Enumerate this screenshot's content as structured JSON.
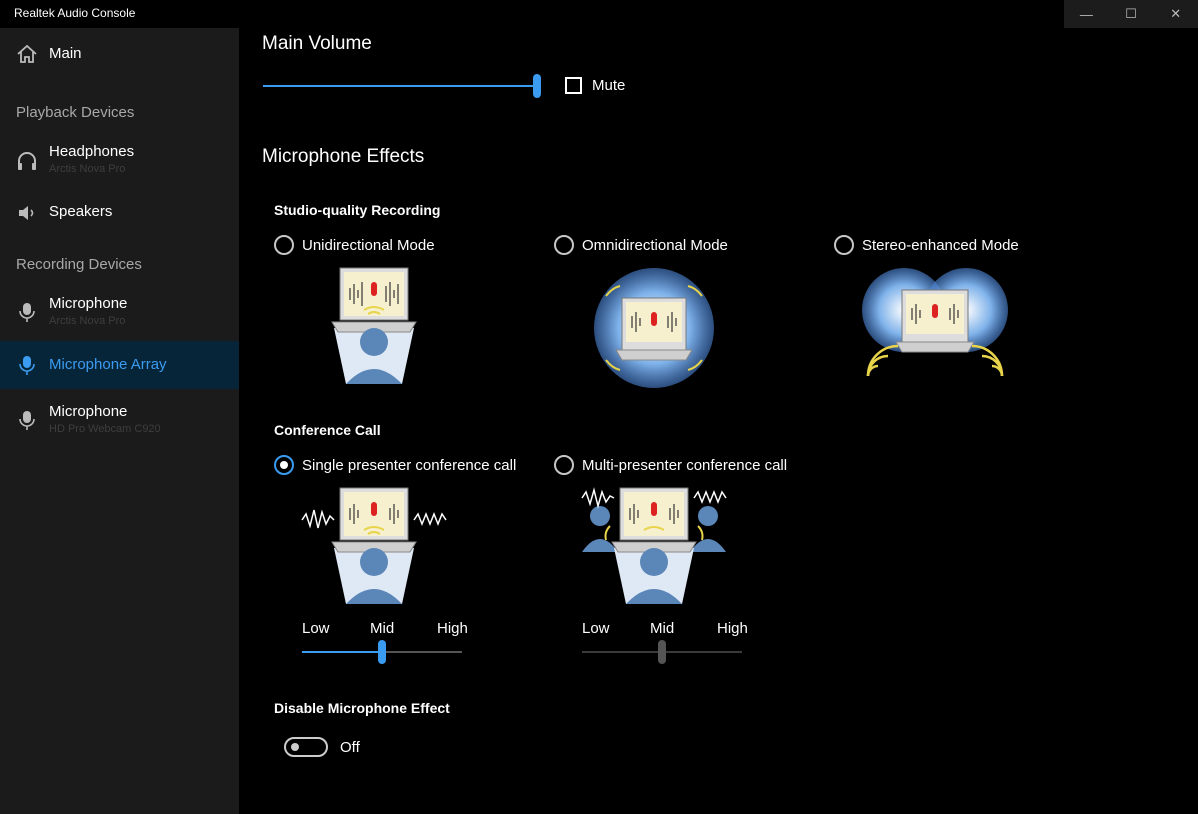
{
  "window": {
    "title": "Realtek Audio Console",
    "controls": {
      "minimize": "—",
      "maximize": "☐",
      "close": "✕"
    }
  },
  "sidebar": {
    "main_label": "Main",
    "playback_header": "Playback Devices",
    "recording_header": "Recording Devices",
    "items": [
      {
        "label": "Headphones",
        "sub": "Arctis Nova Pro",
        "icon": "headphones-icon"
      },
      {
        "label": "Speakers",
        "sub": "",
        "icon": "speaker-icon"
      },
      {
        "label": "Microphone",
        "sub": "Arctis Nova Pro",
        "icon": "microphone-icon"
      },
      {
        "label": "Microphone Array",
        "sub": "",
        "icon": "microphone-icon",
        "selected": true
      },
      {
        "label": "Microphone",
        "sub": "HD Pro Webcam C920",
        "icon": "microphone-icon"
      }
    ]
  },
  "main": {
    "volume_title": "Main Volume",
    "volume_level": 1.0,
    "mute_label": "Mute",
    "mute_checked": false,
    "effects_title": "Microphone Effects",
    "studio": {
      "title": "Studio-quality Recording",
      "options": [
        "Unidirectional Mode",
        "Omnidirectional Mode",
        "Stereo-enhanced Mode"
      ]
    },
    "conference": {
      "title": "Conference Call",
      "options": [
        "Single presenter conference call",
        "Multi-presenter conference call"
      ],
      "selected": 0,
      "levels": [
        "Low",
        "Mid",
        "High"
      ],
      "single_level": 0.5,
      "multi_level": 0.5
    },
    "disable": {
      "title": "Disable Microphone Effect",
      "state_label": "Off",
      "on": false
    }
  },
  "colors": {
    "accent": "#3b9bf0",
    "selected_bg": "#062539",
    "sidebar_bg": "#1b1b1b"
  }
}
